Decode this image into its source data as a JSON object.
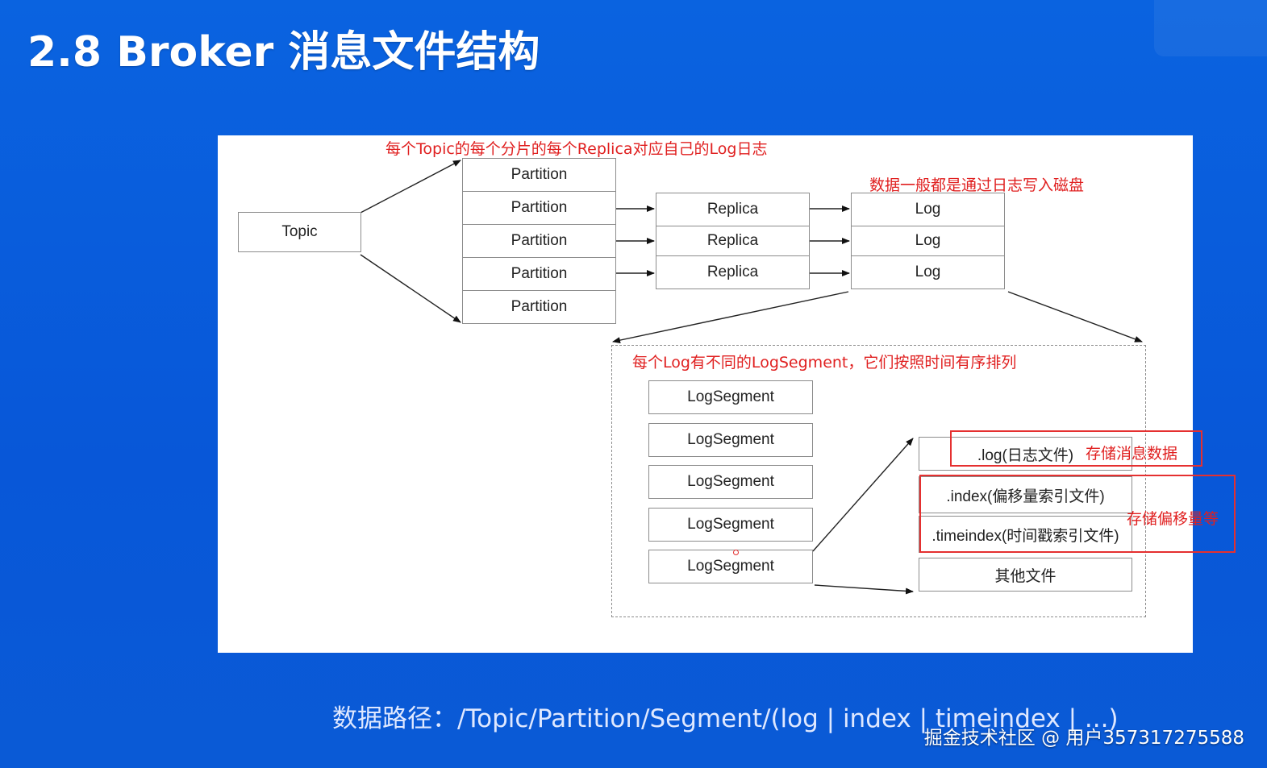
{
  "slide": {
    "title": "2.8 Broker 消息文件结构",
    "footer": "数据路径：/Topic/Partition/Segment/(log | index | timeindex | ...)",
    "watermark": "掘金技术社区 @ 用户357317275588"
  },
  "diagram": {
    "topic": "Topic",
    "partitions": [
      "Partition",
      "Partition",
      "Partition",
      "Partition",
      "Partition"
    ],
    "replicas": [
      "Replica",
      "Replica",
      "Replica"
    ],
    "logs": [
      "Log",
      "Log",
      "Log"
    ],
    "log_segments": [
      "LogSegment",
      "LogSegment",
      "LogSegment",
      "LogSegment",
      "LogSegment"
    ],
    "files": [
      ".log(日志文件)",
      ".index(偏移量索引文件)",
      ".timeindex(时间戳索引文件)",
      "其他文件"
    ],
    "notes": {
      "replica_log": "每个Topic的每个分片的每个Replica对应自己的Log日志",
      "disk_write": "数据一般都是通过日志写入磁盘",
      "segments": "每个Log有不同的LogSegment，它们按照时间有序排列",
      "store_data": "存储消息数据",
      "store_offset": "存储偏移量等"
    },
    "colors": {
      "background": "#0a63e0",
      "note": "#e02020",
      "highlight": "#e53030",
      "box_border": "#8c8c8c"
    }
  }
}
